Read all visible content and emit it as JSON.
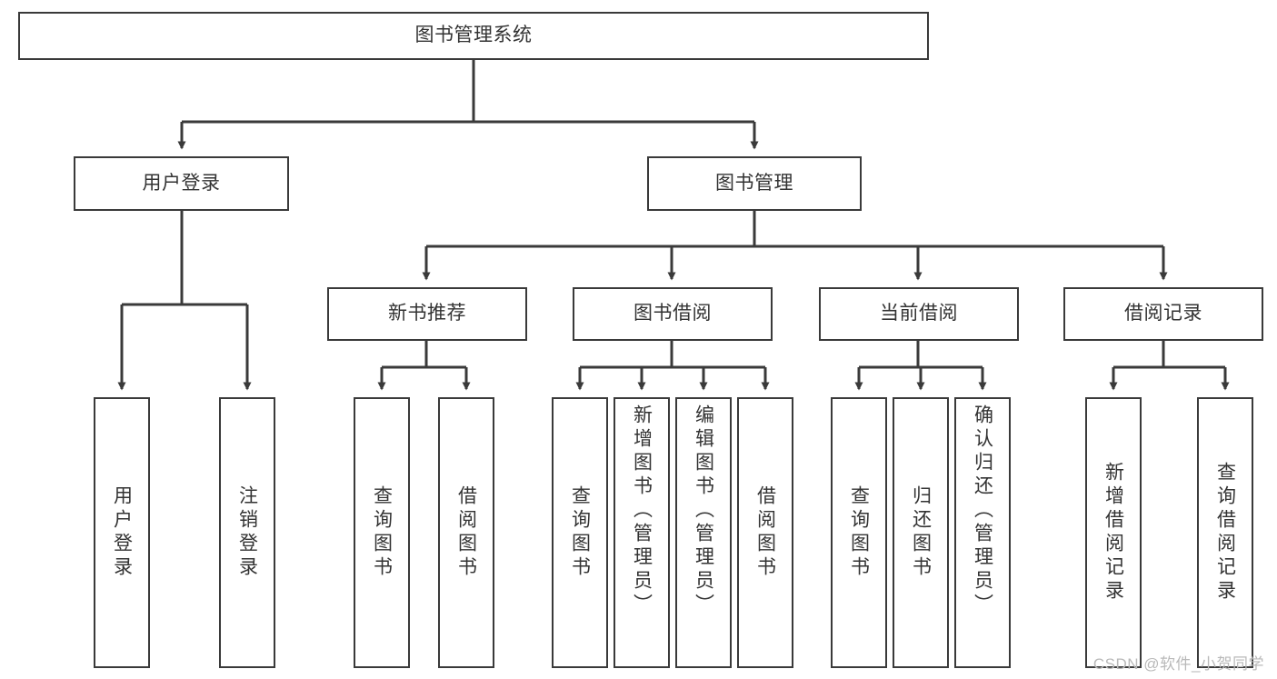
{
  "diagram": {
    "title": "图书管理系统",
    "type": "tree",
    "stroke_color": "#3a3a3a",
    "text_color": "#333333",
    "background_color": "#ffffff"
  },
  "nodes": {
    "root": {
      "label": "图书管理系统"
    },
    "level2": [
      {
        "label": "用户登录"
      },
      {
        "label": "图书管理"
      }
    ],
    "level3": [
      {
        "label": "新书推荐"
      },
      {
        "label": "图书借阅"
      },
      {
        "label": "当前借阅"
      },
      {
        "label": "借阅记录"
      }
    ],
    "leaves_user_login": [
      {
        "label": "用户登录"
      },
      {
        "label": "注销登录"
      }
    ],
    "leaves_new_books": [
      {
        "label": "查询图书"
      },
      {
        "label": "借阅图书"
      }
    ],
    "leaves_borrow": [
      {
        "label": "查询图书"
      },
      {
        "label": "新增图书（管理员）"
      },
      {
        "label": "编辑图书（管理员）"
      },
      {
        "label": "借阅图书"
      }
    ],
    "leaves_current": [
      {
        "label": "查询图书"
      },
      {
        "label": "归还图书"
      },
      {
        "label": "确认归还（管理员）"
      }
    ],
    "leaves_records": [
      {
        "label": "新增借阅记录"
      },
      {
        "label": "查询借阅记录"
      }
    ]
  },
  "watermark": {
    "text": "CSDN @软件_小贺同学",
    "color": "#b9b9b9"
  }
}
